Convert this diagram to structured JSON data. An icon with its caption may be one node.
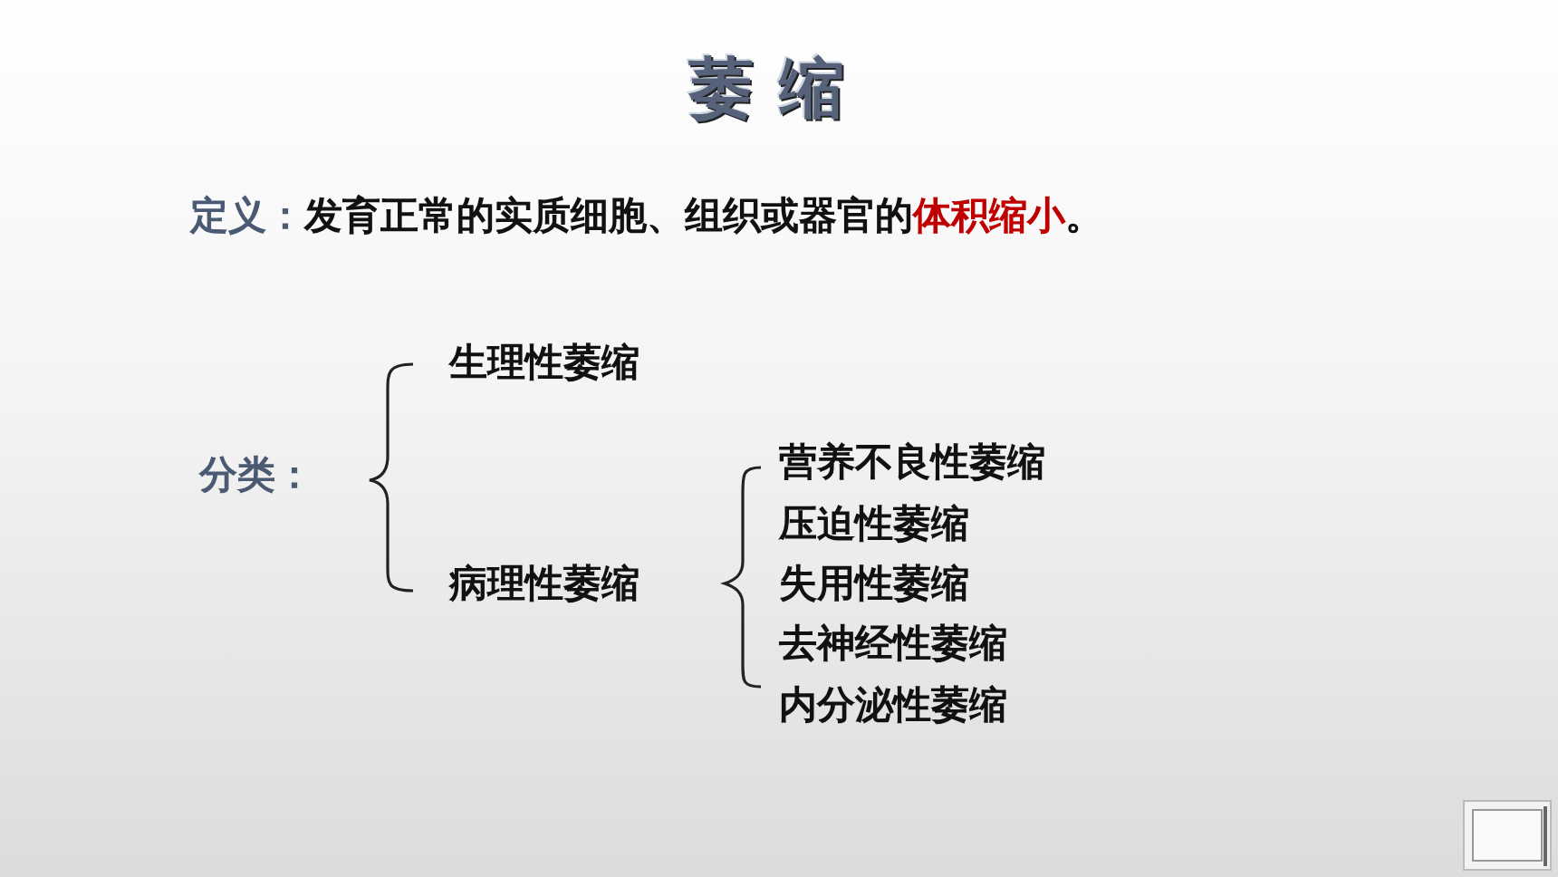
{
  "diagram": {
    "title": "萎缩",
    "labels": [
      "定义：",
      "发育正常的实质细胞、组织或器官的",
      "体积缩小",
      "。",
      "分类：",
      "生理性萎缩",
      "病理性萎缩",
      "营养不良性萎缩",
      "压迫性萎缩",
      "失用性萎缩",
      "去神经性萎缩",
      "内分泌性萎缩"
    ]
  }
}
